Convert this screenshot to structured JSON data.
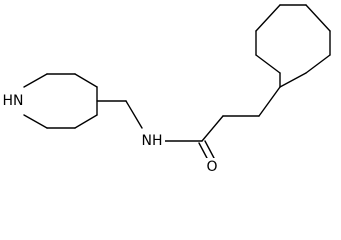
{
  "molecule": {
    "atoms": [
      {
        "id": "N_ring",
        "symbol": "N",
        "label": "HN"
      },
      {
        "id": "N_amide",
        "symbol": "N",
        "label": "NH"
      },
      {
        "id": "O_carbonyl",
        "symbol": "O",
        "label": "O"
      }
    ],
    "colors": {
      "bond": "#000000",
      "label": "#000000",
      "background": "#ffffff"
    }
  }
}
